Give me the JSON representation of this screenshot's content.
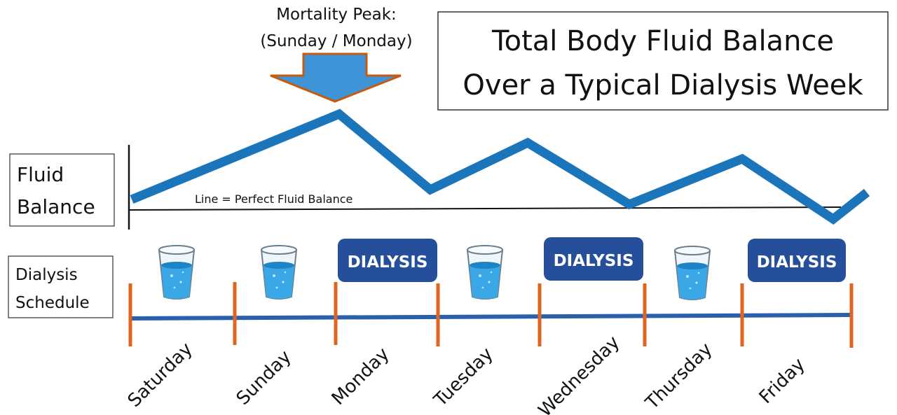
{
  "title": {
    "line1": "Total Body Fluid Balance",
    "line2": "Over a Typical Dialysis Week"
  },
  "peak": {
    "line1": "Mortality Peak:",
    "line2": "(Sunday / Monday)",
    "arrow_color": "#3e94d6",
    "arrow_border_color": "#c55a11"
  },
  "fluid_label": {
    "line1": "Fluid",
    "line2": "Balance"
  },
  "schedule_label": {
    "line1": "Dialysis",
    "line2": "Schedule"
  },
  "baseline_label": "Line = Perfect Fluid Balance",
  "dialysis_label": "DIALYSIS",
  "days": [
    "Saturday",
    "Sunday",
    "Monday",
    "Tuesday",
    "Wednesday",
    "Thursday",
    "Friday"
  ],
  "schedule": [
    "glass",
    "glass",
    "dialysis",
    "glass",
    "dialysis",
    "glass",
    "dialysis"
  ],
  "fluid_curve_relative": [
    0.09,
    1.0,
    0.2,
    0.72,
    0.0,
    0.58,
    -0.13,
    0.13
  ],
  "colors": {
    "curve": "#1b75bb",
    "timeline": "#2a5fae",
    "tick": "#e0661f",
    "dialysis_box": "#254f9b",
    "glass_water": "#3aa8e6",
    "baseline": "#111111"
  }
}
